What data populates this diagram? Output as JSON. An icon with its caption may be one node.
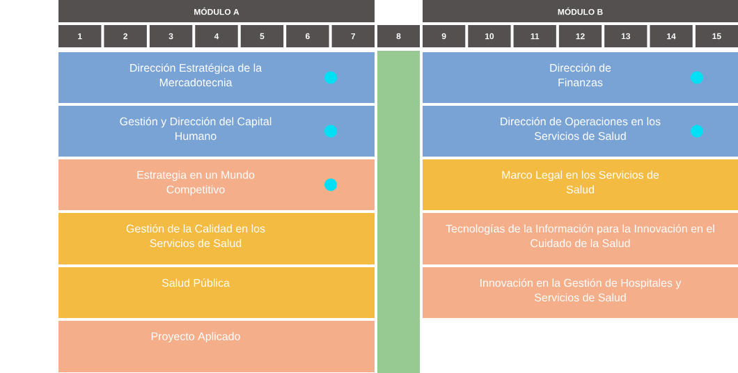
{
  "diagram": {
    "nodes": [
      {
        "text": [
          "MÓDULO A"
        ]
      },
      {
        "text": [
          "MÓDULO B"
        ]
      },
      {
        "text": [
          "1"
        ]
      },
      {
        "text": [
          "2"
        ]
      },
      {
        "text": [
          "3"
        ]
      },
      {
        "text": [
          "4"
        ]
      },
      {
        "text": [
          "5"
        ]
      },
      {
        "text": [
          "6"
        ]
      },
      {
        "text": [
          "7"
        ]
      },
      {
        "text": [
          "8"
        ]
      },
      {
        "text": [
          "9"
        ]
      },
      {
        "text": [
          "10"
        ]
      },
      {
        "text": [
          "11"
        ]
      },
      {
        "text": [
          "12"
        ]
      },
      {
        "text": [
          "13"
        ]
      },
      {
        "text": [
          "14"
        ]
      },
      {
        "text": [
          "15"
        ]
      },
      {
        "text": [],
        "shape": "bar"
      },
      {
        "text": [
          "Dirección Estratégica de la Mercadotecnia"
        ]
      },
      {
        "text": [],
        "shape": "circle",
        "in": 18
      },
      {
        "text": [
          "Dirección de Finanzas"
        ]
      },
      {
        "text": [],
        "shape": "circle",
        "in": 20
      },
      {
        "text": [
          "Gestión y Dirección del Capital Humano"
        ]
      },
      {
        "text": [],
        "shape": "circle",
        "in": 22
      },
      {
        "text": [
          "Dirección de Operaciones en los Servicios de Salud"
        ]
      },
      {
        "text": [],
        "shape": "circle",
        "in": 24
      },
      {
        "text": [
          "Estrategia en un Mundo Competitivo"
        ]
      },
      {
        "text": [],
        "shape": "circle",
        "in": 26
      },
      {
        "text": [
          "Marco Legal en los Servicios de Salud"
        ]
      },
      {
        "text": [
          "Gestión de la Calidad en los Servicios de Salud"
        ]
      },
      {
        "text": [
          "Tecnologías de la Información para la Innovación en el Cuidado de la Salud"
        ]
      },
      {
        "text": [
          "Salud Pública"
        ]
      },
      {
        "text": [
          "Innovación en la Gestión de Hospitales y Servicios de Salud"
        ]
      },
      {
        "text": [
          "Proyecto Aplicado"
        ]
      }
    ]
  }
}
